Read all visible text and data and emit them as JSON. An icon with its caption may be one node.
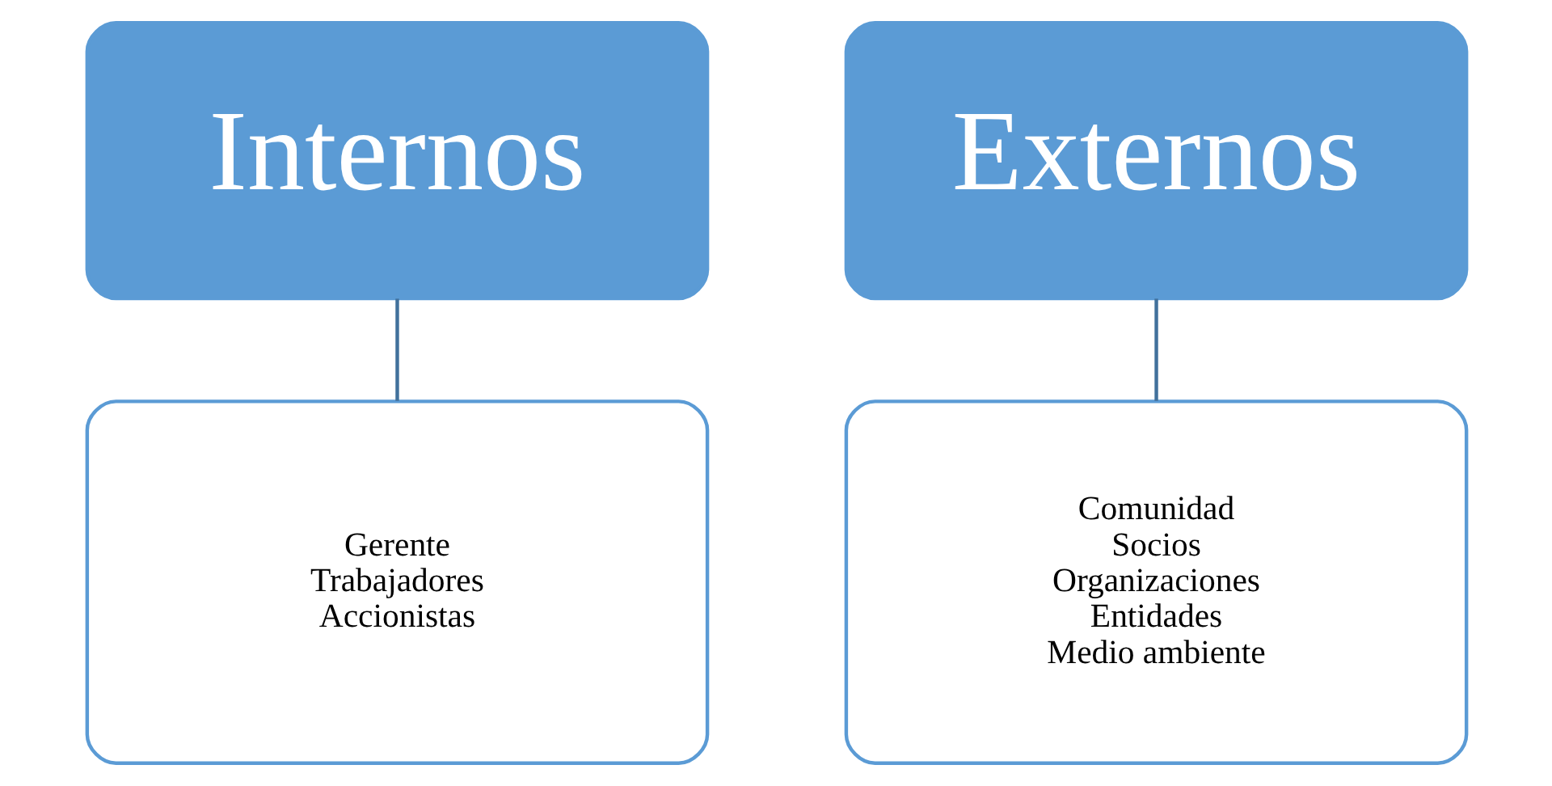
{
  "diagram": {
    "nodes": [
      {
        "text": [
          "Internos"
        ]
      },
      {
        "text": [
          "Gerente",
          "Trabajadores",
          "Accionistas"
        ]
      },
      {
        "text": [
          "Externos"
        ]
      },
      {
        "text": [
          "Comunidad",
          "Socios",
          "Organizaciones",
          "Entidades",
          "Medio ambiente"
        ]
      }
    ],
    "edges": [
      {
        "from": 0,
        "to": 1,
        "arrow": "none"
      },
      {
        "from": 2,
        "to": 3,
        "arrow": "none"
      }
    ]
  }
}
